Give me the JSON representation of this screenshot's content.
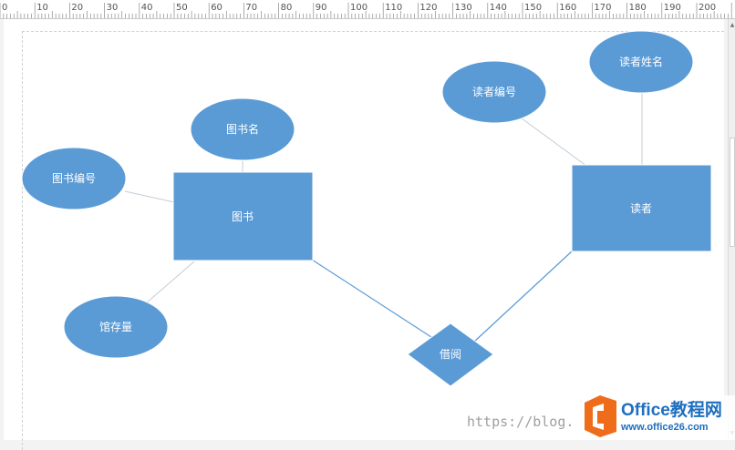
{
  "ruler": {
    "labels": [
      "0",
      "10",
      "20",
      "30",
      "40",
      "50",
      "60",
      "70",
      "80",
      "90",
      "100",
      "110",
      "120",
      "130",
      "140",
      "150",
      "160",
      "170",
      "180",
      "190",
      "200"
    ]
  },
  "diagram": {
    "entities": [
      {
        "id": "book",
        "label": "图书"
      },
      {
        "id": "reader",
        "label": "读者"
      }
    ],
    "attributes": [
      {
        "id": "book-name",
        "label": "图书名",
        "of": "book"
      },
      {
        "id": "book-number",
        "label": "图书编号",
        "of": "book"
      },
      {
        "id": "stock",
        "label": "馆存量",
        "of": "book"
      },
      {
        "id": "reader-number",
        "label": "读者编号",
        "of": "reader"
      },
      {
        "id": "reader-name",
        "label": "读者姓名",
        "of": "reader"
      }
    ],
    "relationships": [
      {
        "id": "borrow",
        "label": "借阅",
        "connects": [
          "book",
          "reader"
        ]
      }
    ]
  },
  "watermark": {
    "text": "https://blog.",
    "logo_title": "Office教程网",
    "logo_url": "www.office26.com"
  },
  "colors": {
    "shape_fill": "#5b9bd5",
    "shape_text": "#ffffff",
    "attribute_line": "#c4cdd6",
    "relationship_line": "#5b9bd5",
    "logo_orange": "#ef6c1a"
  }
}
